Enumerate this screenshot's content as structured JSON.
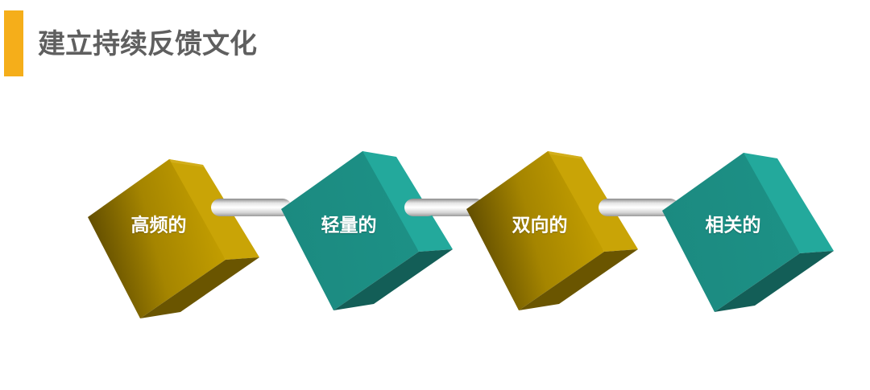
{
  "slide": {
    "title": "建立持续反馈文化",
    "accent_color": "#F5AE1A",
    "title_color": "#5F5F5F"
  },
  "diagram": {
    "type": "linked-cubes",
    "nodes": [
      {
        "label": "高频的",
        "color": "gold"
      },
      {
        "label": "轻量的",
        "color": "teal"
      },
      {
        "label": "双向的",
        "color": "gold"
      },
      {
        "label": "相关的",
        "color": "teal"
      }
    ],
    "connectors": 3,
    "colors": {
      "gold_front_light": "#C6A002",
      "gold_front_dark": "#5E4A02",
      "gold_side": "#C9A406",
      "gold_bottom": "#6A5500",
      "teal_front": "#1C8C82",
      "teal_side": "#23A99C",
      "teal_bottom": "#135E57",
      "connector": "#D9D9D9"
    }
  }
}
